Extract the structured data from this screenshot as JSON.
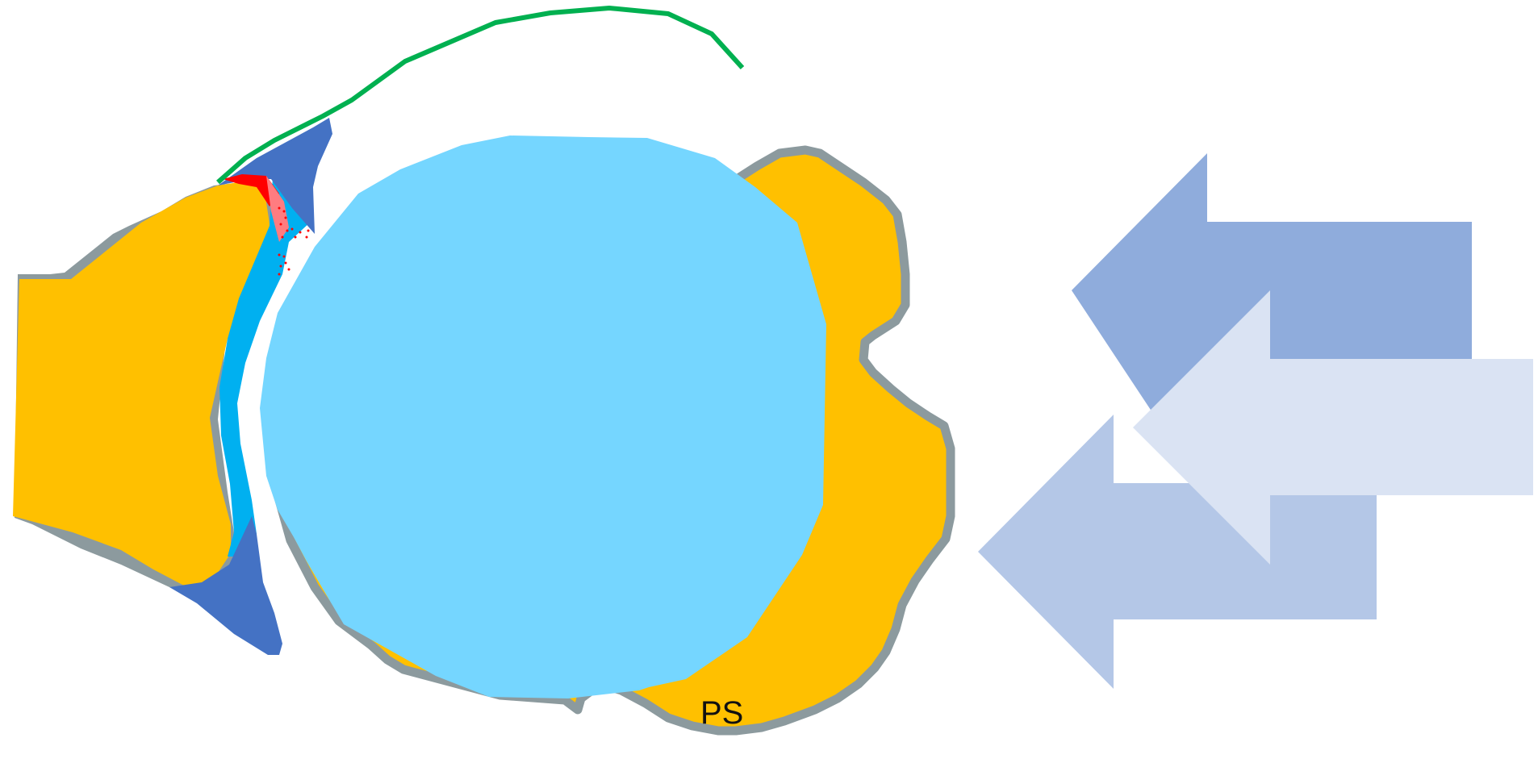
{
  "diagram": {
    "label_ps": "PS",
    "colors": {
      "yellow": "#FFC000",
      "grey_outline": "#8C9A9E",
      "light_blue": "#75D6FF",
      "medium_blue": "#00B0F0",
      "dark_blue": "#4472C4",
      "green_line": "#00B050",
      "red": "#FF0000",
      "arrow_dark": "#8FACDC",
      "arrow_mid": "#B4C7E7",
      "arrow_light": "#DAE3F3"
    },
    "arrows": {
      "count": 3,
      "direction": "left"
    }
  }
}
